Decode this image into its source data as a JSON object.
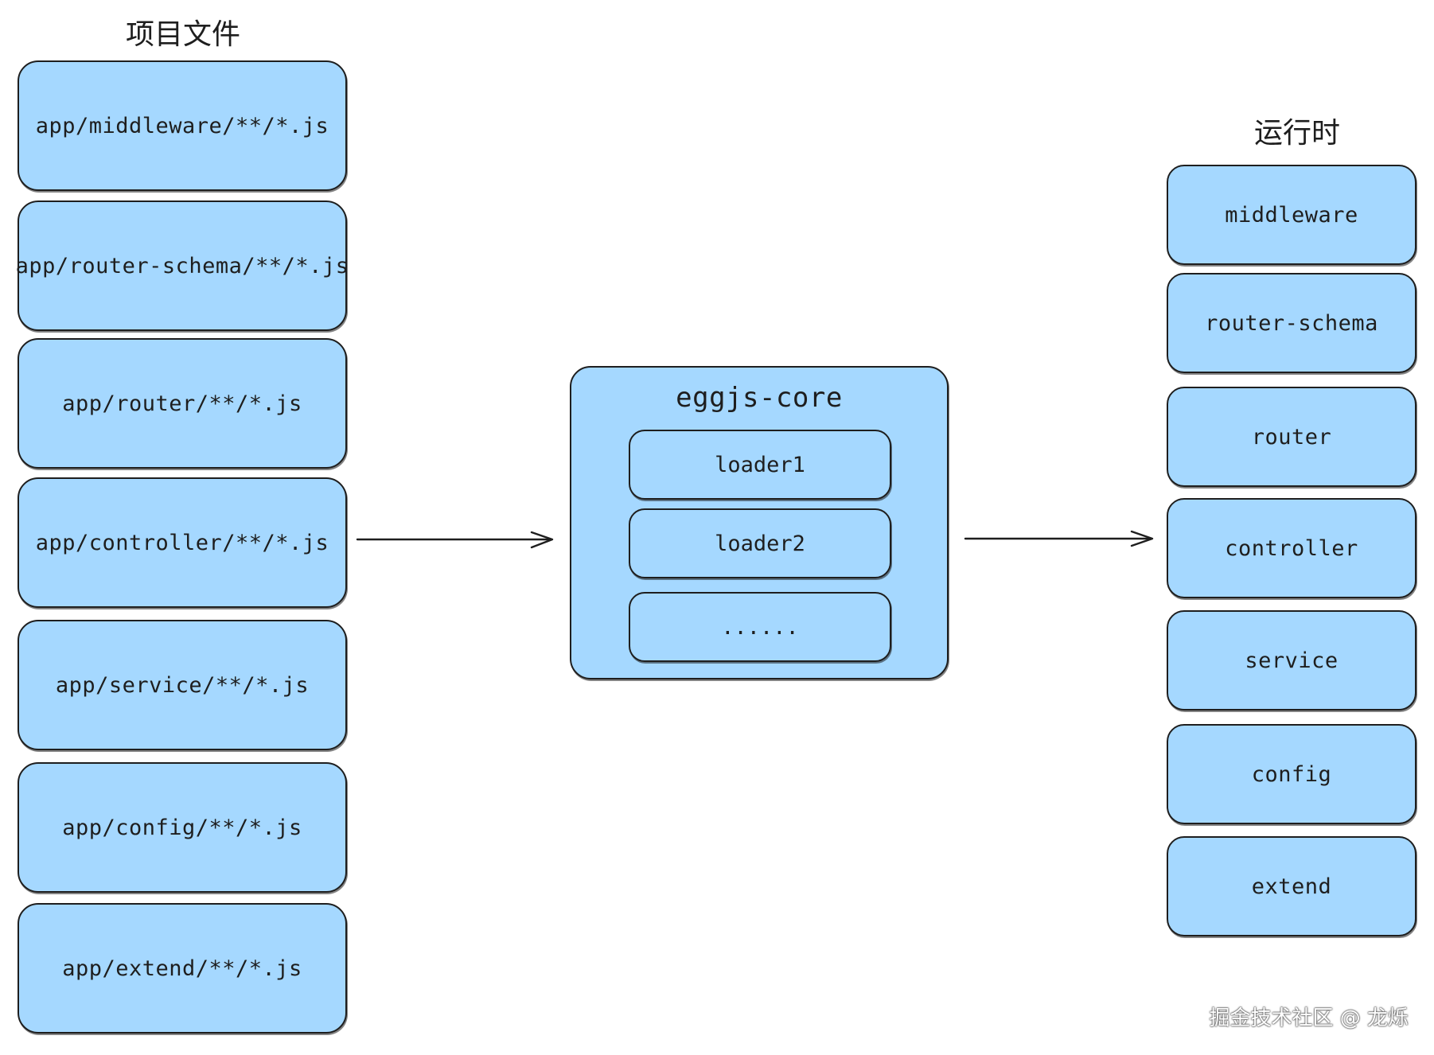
{
  "titles": {
    "project_files": "项目文件",
    "runtime": "运行时"
  },
  "project_files": [
    "app/middleware/**/*.js",
    "app/router-schema/**/*.js",
    "app/router/**/*.js",
    "app/controller/**/*.js",
    "app/service/**/*.js",
    "app/config/**/*.js",
    "app/extend/**/*.js"
  ],
  "core": {
    "title": "eggjs-core",
    "loaders": [
      "loader1",
      "loader2",
      "......"
    ]
  },
  "runtime": [
    "middleware",
    "router-schema",
    "router",
    "controller",
    "service",
    "config",
    "extend"
  ],
  "watermark": "掘金技术社区 @ 龙烁",
  "colors": {
    "box_fill": "#a5d8ff",
    "stroke": "#1e1e1e"
  }
}
